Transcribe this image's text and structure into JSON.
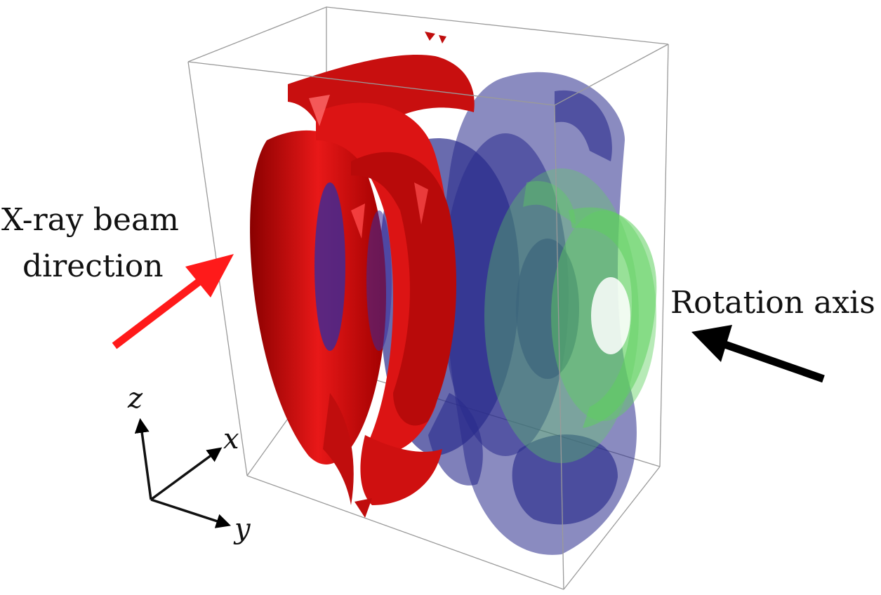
{
  "labels": {
    "beam_line1": "X-ray beam",
    "beam_line2": "direction",
    "rotation": "Rotation axis"
  },
  "axes": {
    "x": "x",
    "y": "y",
    "z": "z"
  },
  "colors": {
    "red_surface": "#d41010",
    "blue_surface": "#2a2c8c",
    "green_surface": "#5fd05f",
    "beam_arrow": "#ff1a1a",
    "rotation_arrow": "#000000",
    "box_edges": "#9a9a9a"
  }
}
